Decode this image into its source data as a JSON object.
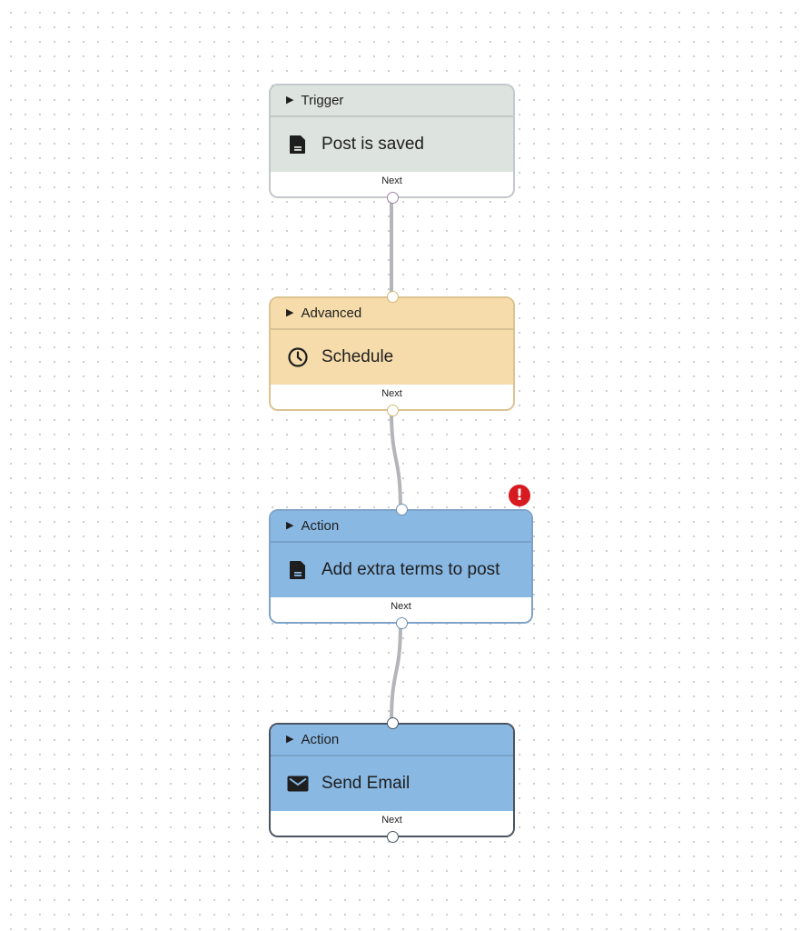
{
  "nodes": [
    {
      "category": "Trigger",
      "title": "Post is saved",
      "icon": "document-icon",
      "footer": "Next"
    },
    {
      "category": "Advanced",
      "title": "Schedule",
      "icon": "clock-icon",
      "footer": "Next"
    },
    {
      "category": "Action",
      "title": "Add extra terms to post",
      "icon": "document-icon",
      "footer": "Next",
      "has_error": true
    },
    {
      "category": "Action",
      "title": "Send Email",
      "icon": "email-icon",
      "footer": "Next"
    }
  ],
  "colors": {
    "trigger": "#dde3df",
    "advanced": "#f6dcab",
    "action": "#89b8e3",
    "error": "#d71920",
    "edge": "#b3b5b9"
  },
  "error_badge": "!"
}
